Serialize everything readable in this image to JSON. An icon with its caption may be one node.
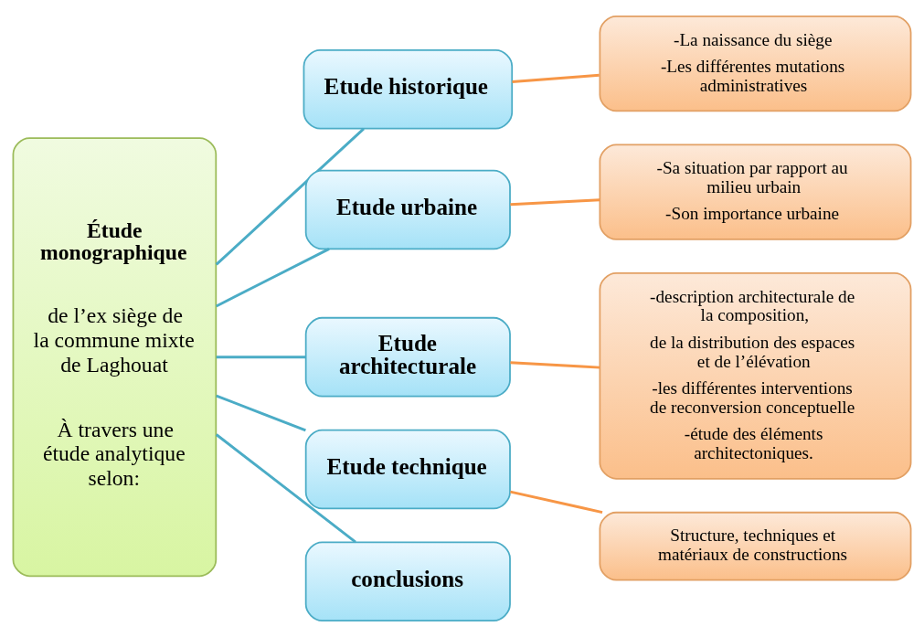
{
  "diagram": {
    "nodes": [
      {
        "text": [
          "Étude monographique",
          "de l’ex siège de la commune mixte de Laghouat",
          "À travers une étude analytique selon:"
        ]
      },
      {
        "text": [
          "Etude historique"
        ]
      },
      {
        "text": [
          "Etude urbaine"
        ]
      },
      {
        "text": [
          "Etude architecturale"
        ]
      },
      {
        "text": [
          "Etude technique"
        ]
      },
      {
        "text": [
          "conclusions"
        ]
      },
      {
        "text": [
          "-La naissance du siège",
          "-Les différentes mutations administratives"
        ]
      },
      {
        "text": [
          "-Sa situation par rapport au milieu urbain",
          "-Son importance urbaine"
        ]
      },
      {
        "text": [
          "-description architecturale de la composition,",
          "de la distribution des espaces et de l’élévation",
          "-les différentes interventions de reconversion conceptuelle",
          "-étude des éléments architectoniques."
        ]
      },
      {
        "text": [
          "Structure, techniques et matériaux de constructions"
        ]
      }
    ],
    "edges": [
      {
        "from": 0,
        "to": 1,
        "arrow": "none"
      },
      {
        "from": 0,
        "to": 2,
        "arrow": "none"
      },
      {
        "from": 0,
        "to": 3,
        "arrow": "none"
      },
      {
        "from": 0,
        "to": 4,
        "arrow": "none"
      },
      {
        "from": 0,
        "to": 5,
        "arrow": "none"
      },
      {
        "from": 1,
        "to": 6,
        "arrow": "none",
        "color": "#f79646"
      },
      {
        "from": 2,
        "to": 7,
        "arrow": "none",
        "color": "#f79646"
      },
      {
        "from": 3,
        "to": 8,
        "arrow": "none",
        "color": "#f79646"
      },
      {
        "from": 4,
        "to": 9,
        "arrow": "none",
        "color": "#f79646"
      }
    ]
  }
}
